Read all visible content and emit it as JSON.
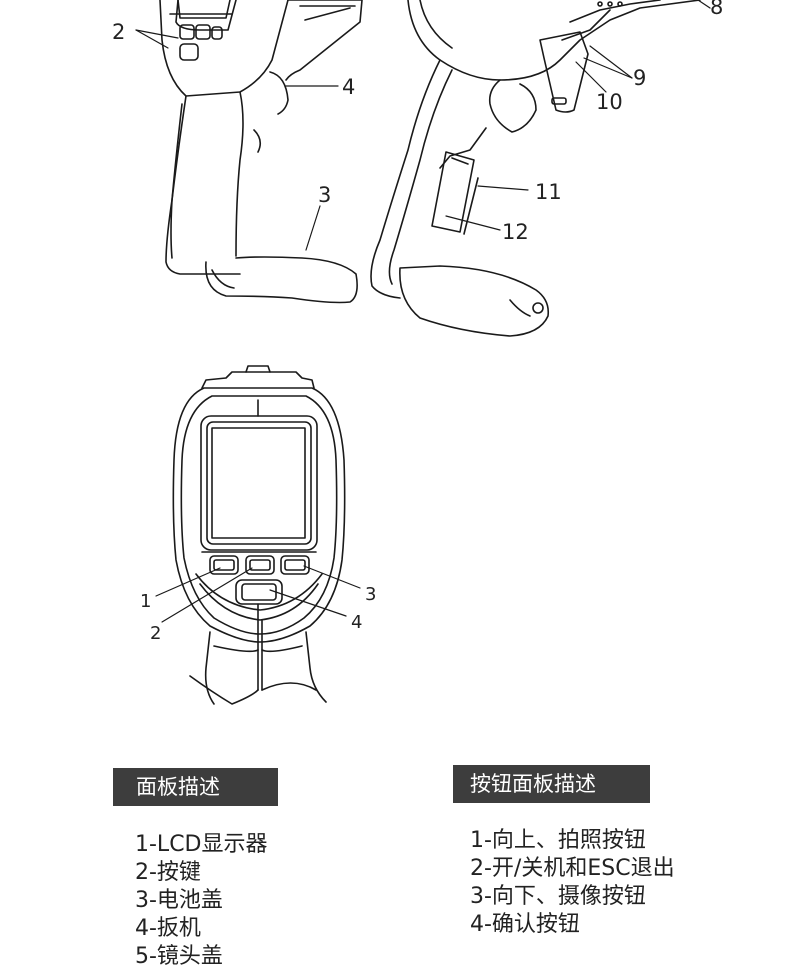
{
  "callouts_top": [
    "2",
    "4",
    "3",
    "8",
    "9",
    "10",
    "11",
    "12"
  ],
  "callouts_front": [
    "1",
    "2",
    "3",
    "4"
  ],
  "panel_description": {
    "title": "面板描述",
    "items": [
      "1-LCD显示器",
      "2-按键",
      "3-电池盖",
      "4-扳机",
      "5-镜头盖"
    ]
  },
  "button_panel_description": {
    "title": "按钮面板描述",
    "items": [
      "1-向上、拍照按钮",
      "2-开/关机和ESC退出",
      "3-向下、摄像按钮",
      "4-确认按钮"
    ]
  }
}
